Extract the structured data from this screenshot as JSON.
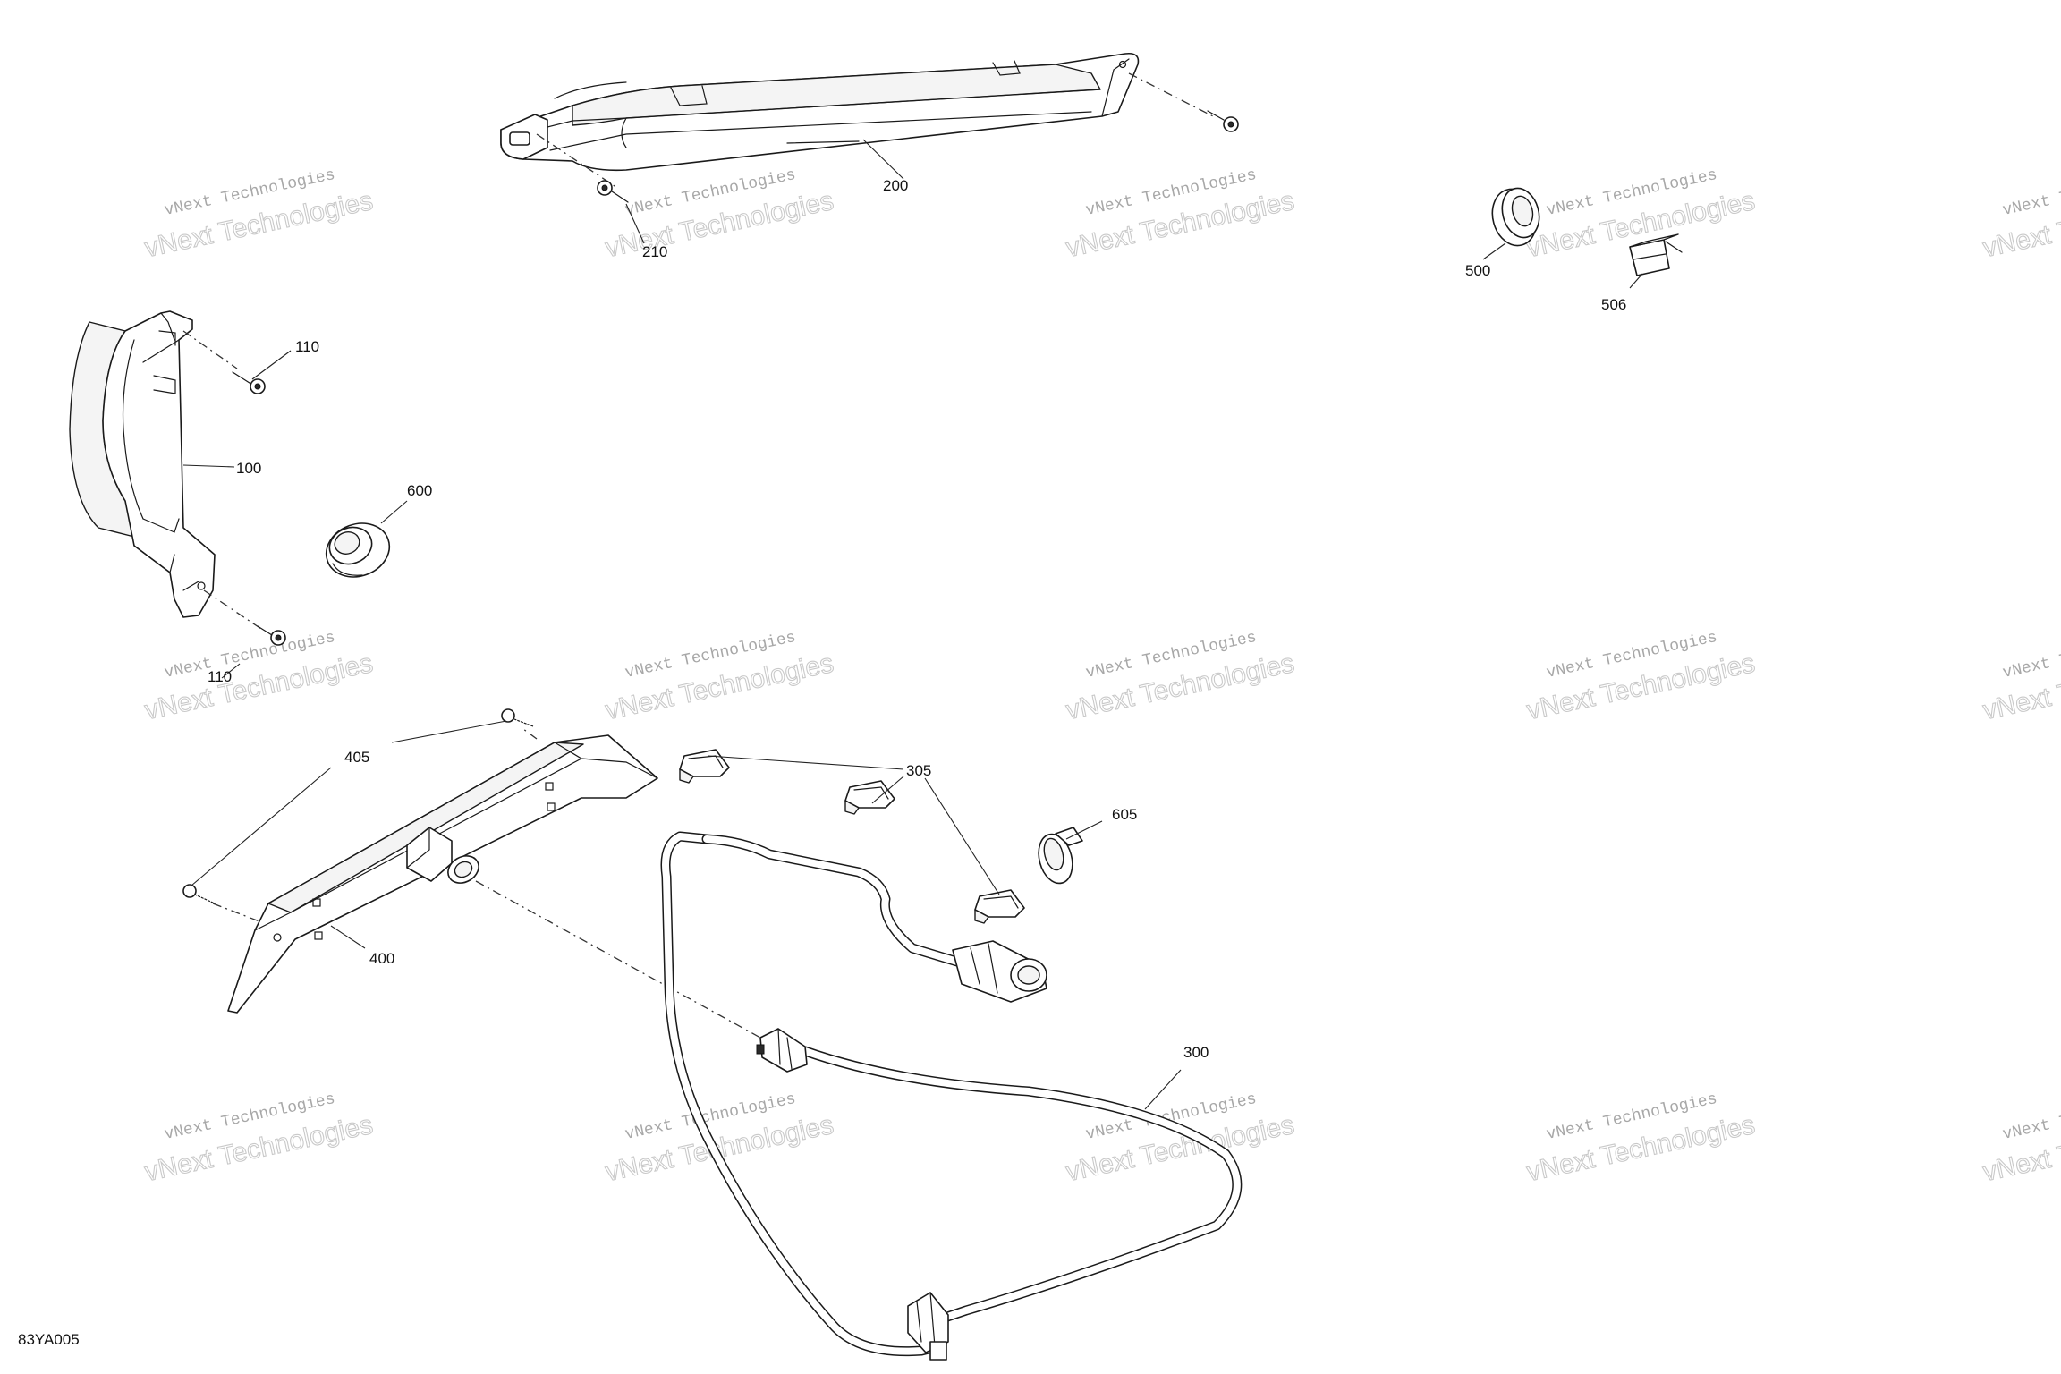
{
  "figure_code": "83YA005",
  "watermark": {
    "line1": "vNext Technologies",
    "line2": "vNext Technologies"
  },
  "callouts": {
    "c100": "100",
    "c110_top": "110",
    "c110_bottom": "110",
    "c200": "200",
    "c210": "210",
    "c300": "300",
    "c305": "305",
    "c400": "400",
    "c405": "405",
    "c500": "500",
    "c506": "506",
    "c600": "600",
    "c605": "605"
  }
}
